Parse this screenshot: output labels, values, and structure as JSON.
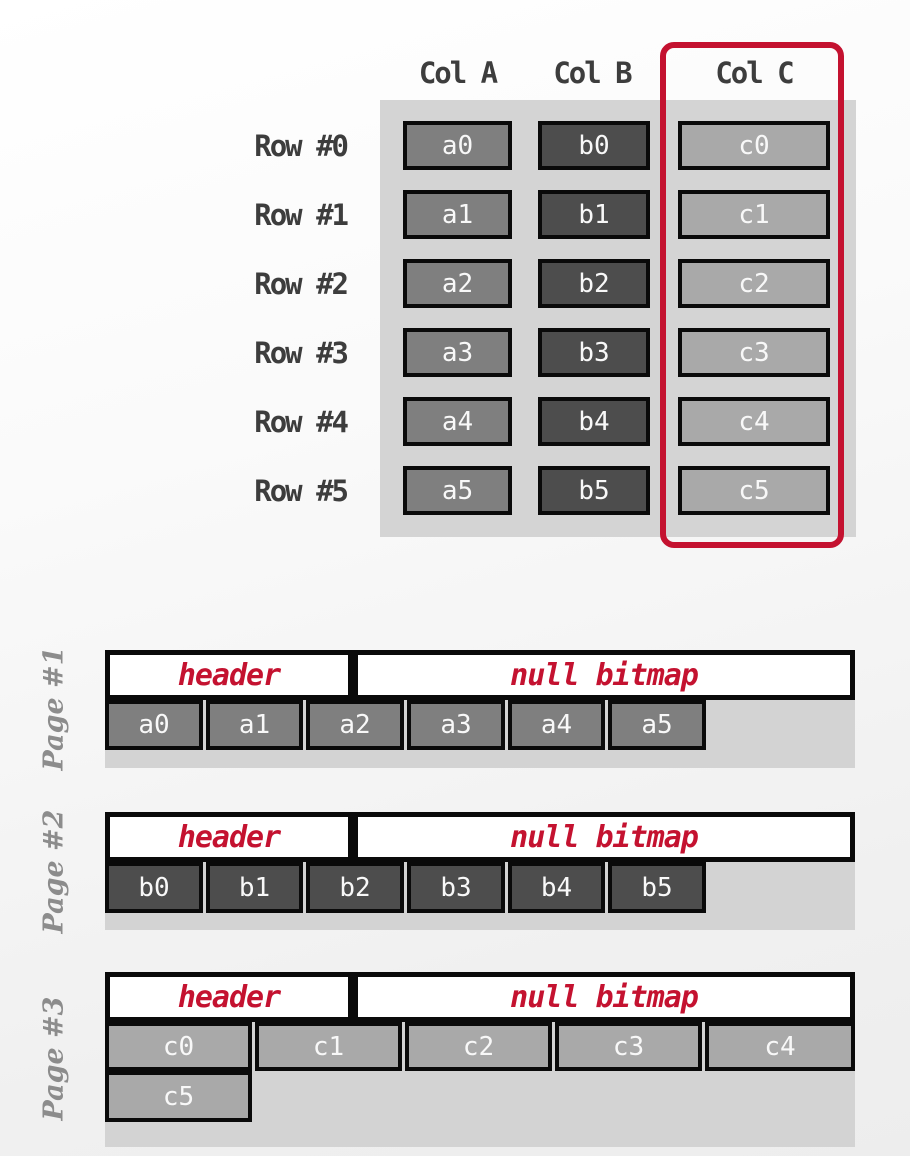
{
  "table": {
    "col_headers": [
      "Col A",
      "Col B",
      "Col C"
    ],
    "rows": [
      {
        "label": "Row #0",
        "cells": [
          "a0",
          "b0",
          "c0"
        ]
      },
      {
        "label": "Row #1",
        "cells": [
          "a1",
          "b1",
          "c1"
        ]
      },
      {
        "label": "Row #2",
        "cells": [
          "a2",
          "b2",
          "c2"
        ]
      },
      {
        "label": "Row #3",
        "cells": [
          "a3",
          "b3",
          "c3"
        ]
      },
      {
        "label": "Row #4",
        "cells": [
          "a4",
          "b4",
          "c4"
        ]
      },
      {
        "label": "Row #5",
        "cells": [
          "a5",
          "b5",
          "c5"
        ]
      }
    ],
    "highlighted_column": "Col C"
  },
  "pages": [
    {
      "label": "Page #1",
      "header": "header",
      "null_bitmap": "null bitmap",
      "cells": [
        "a0",
        "a1",
        "a2",
        "a3",
        "a4",
        "a5"
      ]
    },
    {
      "label": "Page #2",
      "header": "header",
      "null_bitmap": "null bitmap",
      "cells": [
        "b0",
        "b1",
        "b2",
        "b3",
        "b4",
        "b5"
      ]
    },
    {
      "label": "Page #3",
      "header": "header",
      "null_bitmap": "null bitmap",
      "cells": [
        "c0",
        "c1",
        "c2",
        "c3",
        "c4"
      ],
      "overflow_cells": [
        "c5"
      ]
    }
  ],
  "colors": {
    "col_a_cell": "#7f7f7f",
    "col_b_cell": "#4d4d4d",
    "col_c_cell": "#a9a9a9",
    "table_background": "#d4d4d4",
    "page_background": "#d3d3d3",
    "highlight_red": "#c41230",
    "header_text_red": "#c41230",
    "label_gray": "#3d3d3d",
    "page_label_gray": "#8c8c8c",
    "cell_border_black": "#0a0a0a"
  }
}
